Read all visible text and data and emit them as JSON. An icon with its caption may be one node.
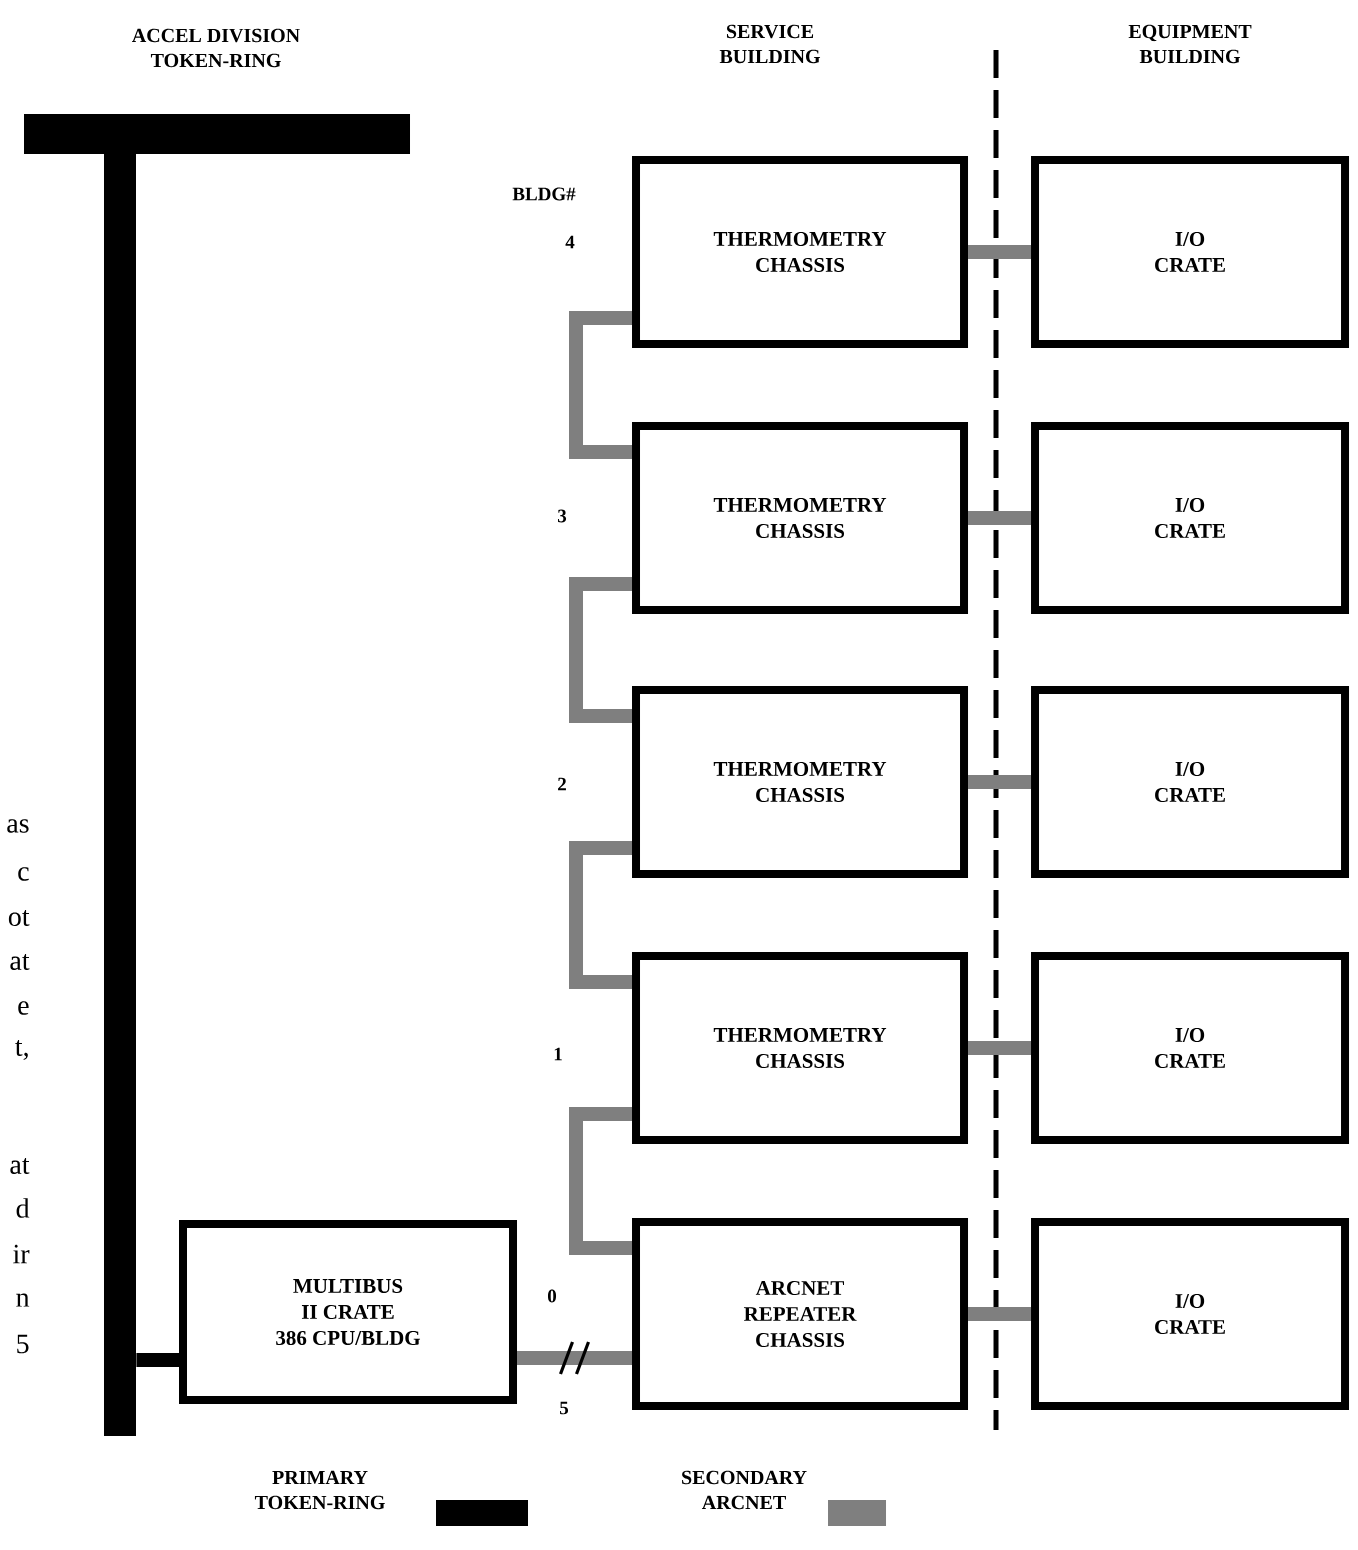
{
  "diagram": {
    "nodes": [
      {
        "text": [
          "ACCEL DIVISION TOKEN-RING"
        ]
      },
      {
        "text": [
          "THERMOMETRY CHASSIS"
        ]
      },
      {
        "text": [
          "I/O CRATE"
        ]
      },
      {
        "text": [
          "THERMOMETRY CHASSIS"
        ]
      },
      {
        "text": [
          "I/O CRATE"
        ]
      },
      {
        "text": [
          "THERMOMETRY CHASSIS"
        ]
      },
      {
        "text": [
          "I/O CRATE"
        ]
      },
      {
        "text": [
          "THERMOMETRY CHASSIS"
        ]
      },
      {
        "text": [
          "I/O CRATE"
        ]
      },
      {
        "text": [
          "MULTIBUS II CRATE 386 CPU/BLDG"
        ]
      },
      {
        "text": [
          "ARCNET REPEATER CHASSIS"
        ]
      },
      {
        "text": [
          "I/O CRATE"
        ]
      }
    ],
    "edges": [
      {
        "from": 0,
        "to": 9,
        "arrow": "none",
        "color": "#000000"
      },
      {
        "from": 9,
        "to": 10,
        "arrow": "none"
      },
      {
        "from": 10,
        "to": 7,
        "arrow": "none"
      },
      {
        "from": 7,
        "to": 5,
        "arrow": "none"
      },
      {
        "from": 5,
        "to": 3,
        "arrow": "none"
      },
      {
        "from": 3,
        "to": 1,
        "arrow": "none"
      },
      {
        "from": 1,
        "to": 2,
        "arrow": "none"
      },
      {
        "from": 3,
        "to": 4,
        "arrow": "none"
      },
      {
        "from": 5,
        "to": 6,
        "arrow": "none"
      },
      {
        "from": 7,
        "to": 8,
        "arrow": "none"
      },
      {
        "from": 10,
        "to": 11,
        "arrow": "none"
      }
    ],
    "labels": [
      "SERVICE BUILDING",
      "EQUIPMENT BUILDING",
      "BLDG#",
      "4",
      "3",
      "2",
      "1",
      "0",
      "5",
      "as",
      "c",
      "ot",
      "at",
      "e",
      "t,",
      "at",
      "d",
      "ir",
      "n",
      "5"
    ],
    "legend": [
      {
        "text": "PRIMARY TOKEN-RING",
        "color": "#000000"
      },
      {
        "text": "SECONDARY ARCNET",
        "color": "#7f7f7f"
      }
    ]
  }
}
